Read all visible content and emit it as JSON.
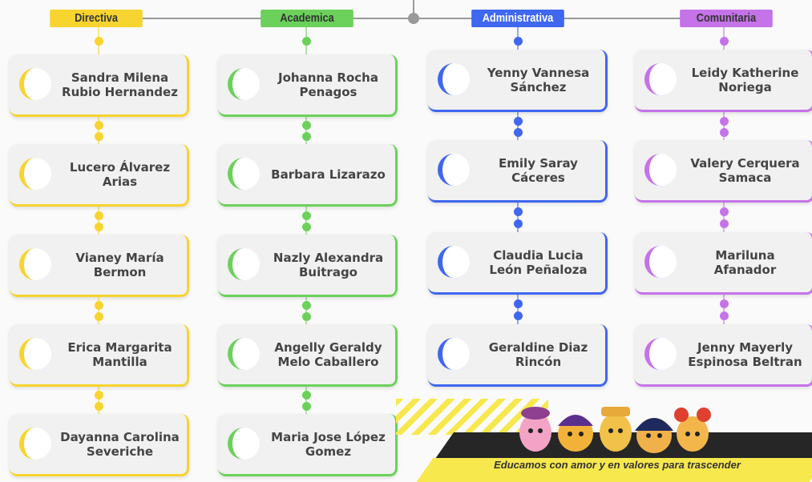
{
  "colors": {
    "directiva": "#f7d42f",
    "academica": "#6bd15b",
    "administrativa": "#3f67f0",
    "comunitaria": "#c573e8",
    "connector": "#9a9a9a"
  },
  "columns": [
    {
      "key": "directiva",
      "title": "Directiva",
      "members": [
        "Sandra Milena Rubio Hernandez",
        "Lucero Álvarez Arias",
        "Vianey María Bermon",
        "Erica Margarita Mantilla",
        "Dayanna Carolina Severiche"
      ]
    },
    {
      "key": "academica",
      "title": "Academica",
      "members": [
        "Johanna Rocha Penagos",
        "Barbara Lizarazo",
        "Nazly Alexandra Buitrago",
        "Angelly Geraldy Melo Caballero",
        "Maria Jose López Gomez"
      ]
    },
    {
      "key": "administrativa",
      "title": "Administrativa",
      "members": [
        "Yenny Vannesa Sánchez",
        "Emily Saray Cáceres",
        "Claudia Lucia León Peñaloza",
        "Geraldine Diaz Rincón"
      ]
    },
    {
      "key": "comunitaria",
      "title": "Comunitaria",
      "members": [
        "Leidy Katherine Noriega",
        "Valery Cerquera Samaca",
        "Mariluna Afanador",
        "Jenny Mayerly Espinosa Beltran"
      ]
    }
  ],
  "banner": {
    "slogan": "Educamos con amor y en valores para trascender",
    "image": "cartoon-kids-mascots"
  }
}
